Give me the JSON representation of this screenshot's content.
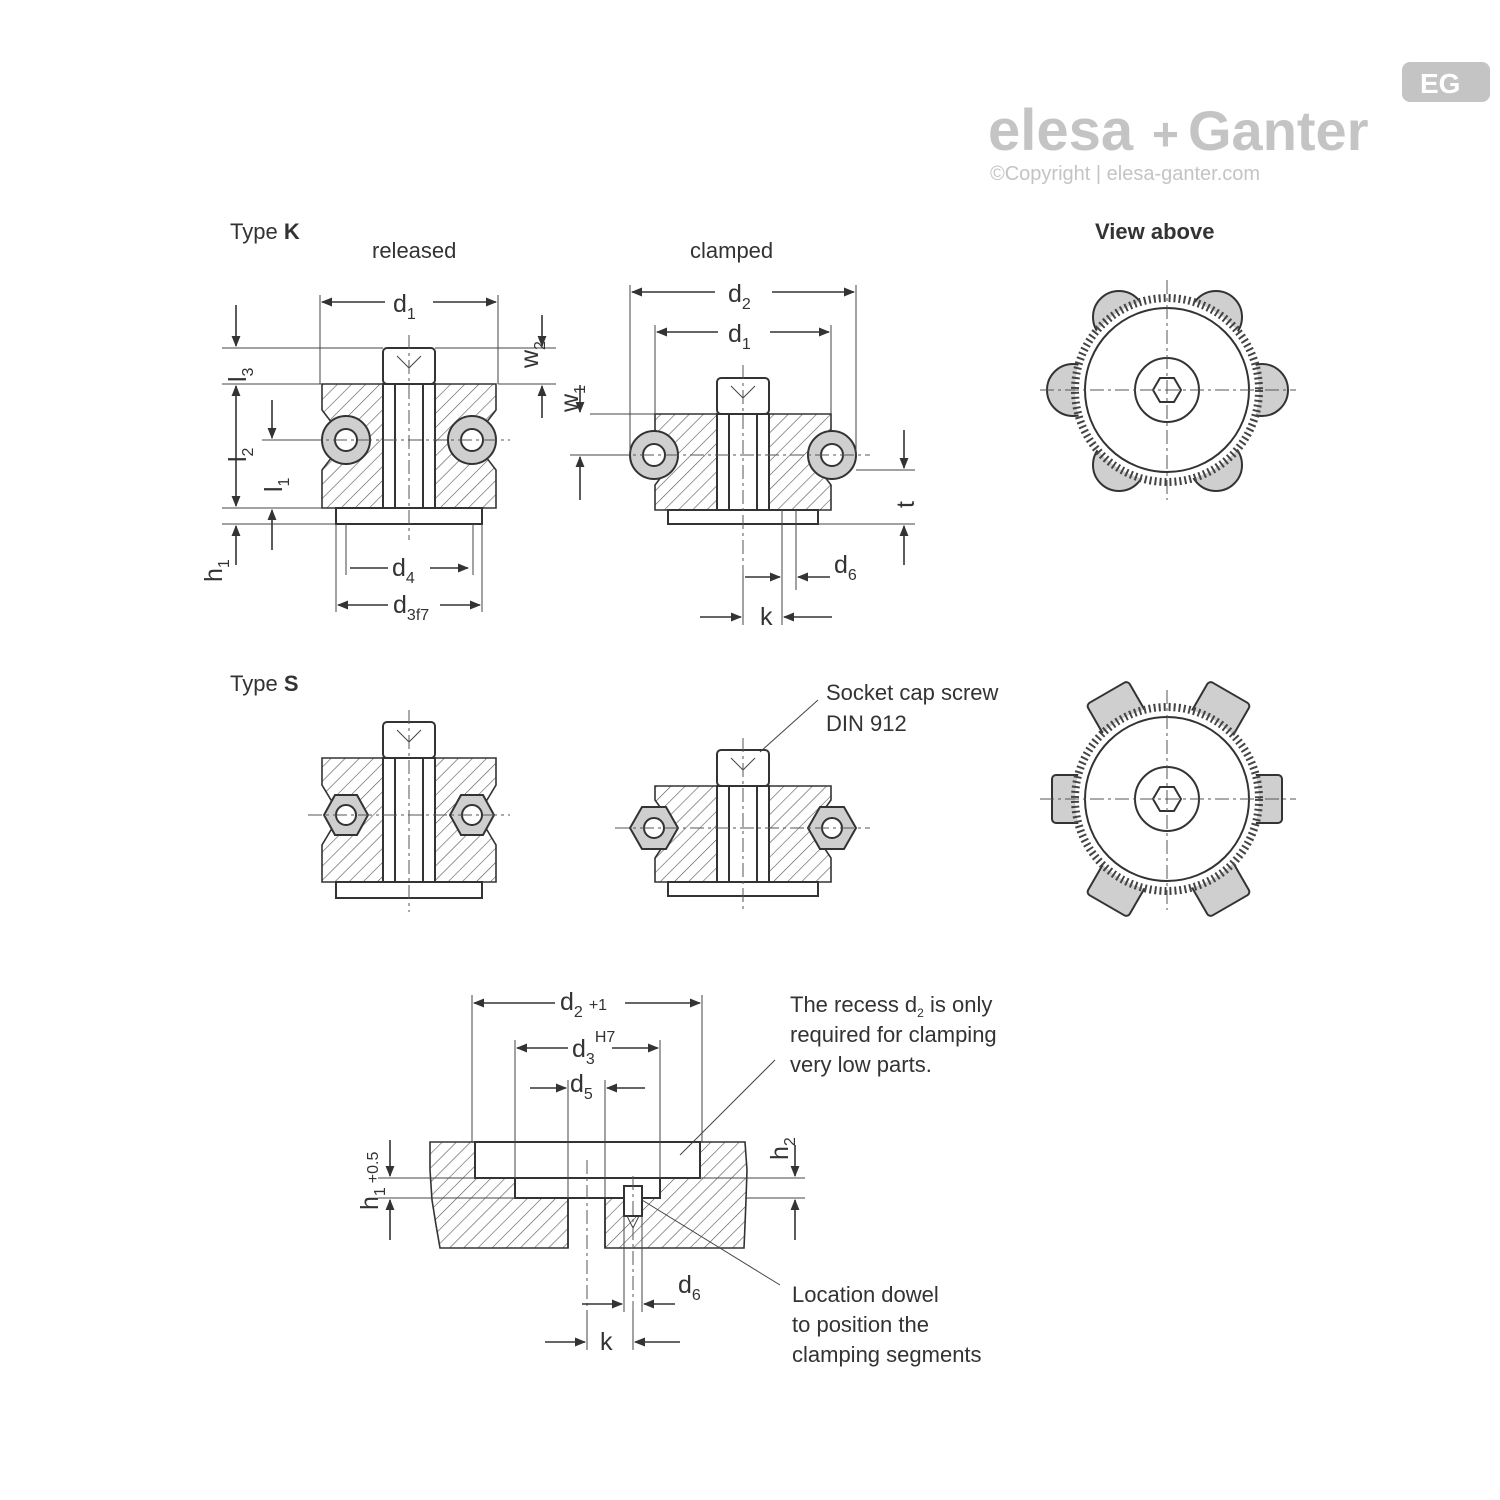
{
  "brand": {
    "logo_left": "elesa",
    "logo_plus": "+",
    "logo_right": "Ganter",
    "copyright": "©Copyright | elesa-ganter.com",
    "badge": "EG"
  },
  "type_k": {
    "title_prefix": "Type ",
    "title_letter": "K",
    "released": "released",
    "clamped": "clamped",
    "view_above": "View above"
  },
  "type_s": {
    "title_prefix": "Type ",
    "title_letter": "S"
  },
  "callouts": {
    "screw_line1": "Socket cap screw",
    "screw_line2": "DIN 912",
    "recess_line1": "The recess d",
    "recess_sub": "2",
    "recess_line1_end": " is only",
    "recess_line2": "required for clamping",
    "recess_line3": "very low parts.",
    "dowel_line1": "Location dowel",
    "dowel_line2": "to position the",
    "dowel_line3": "clamping segments"
  },
  "dims": {
    "d": "d",
    "l": "l",
    "w": "w",
    "h": "h",
    "k": "k",
    "t": "t",
    "s1": "1",
    "s2": "2",
    "s3": "3",
    "s4": "4",
    "s5": "5",
    "s6": "6",
    "f7": "f7",
    "h7": "H7",
    "plus1": "+1",
    "plus05": "+0.5"
  }
}
